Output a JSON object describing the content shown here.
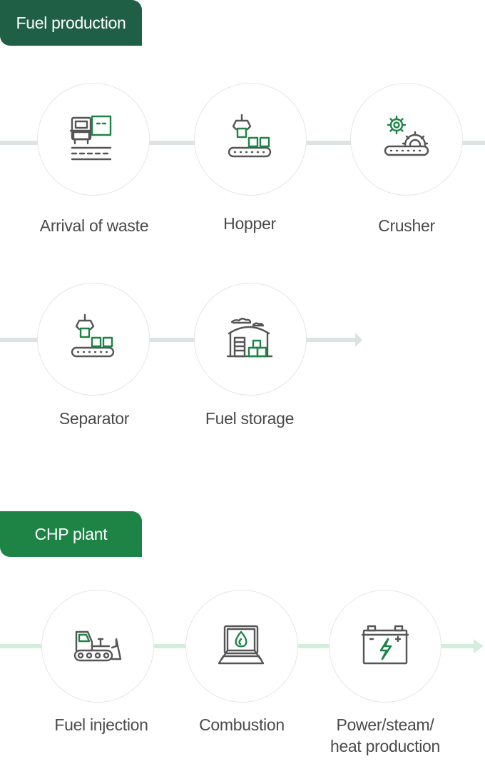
{
  "sections": {
    "fuel": {
      "title": "Fuel production",
      "steps": [
        {
          "label": "Arrival of waste",
          "icon": "truck-icon"
        },
        {
          "label": "Hopper",
          "icon": "hopper-icon"
        },
        {
          "label": "Crusher",
          "icon": "crusher-icon"
        },
        {
          "label": "Separator",
          "icon": "separator-icon"
        },
        {
          "label": "Fuel storage",
          "icon": "storage-icon"
        }
      ]
    },
    "chp": {
      "title": "CHP plant",
      "steps": [
        {
          "label": "Fuel injection",
          "icon": "bulldozer-icon"
        },
        {
          "label": "Combustion",
          "icon": "furnace-icon"
        },
        {
          "label": "Power/steam/\nheat production",
          "label_line1": "Power/steam/",
          "label_line2": "heat production",
          "icon": "battery-icon"
        }
      ]
    }
  },
  "colors": {
    "fuel_tag": "#1f5f45",
    "chp_tag": "#1e8446",
    "icon_accent": "#1e8446",
    "icon_stroke": "#555555",
    "line_gray": "#dde3df",
    "line_green": "#d6ecdc"
  }
}
